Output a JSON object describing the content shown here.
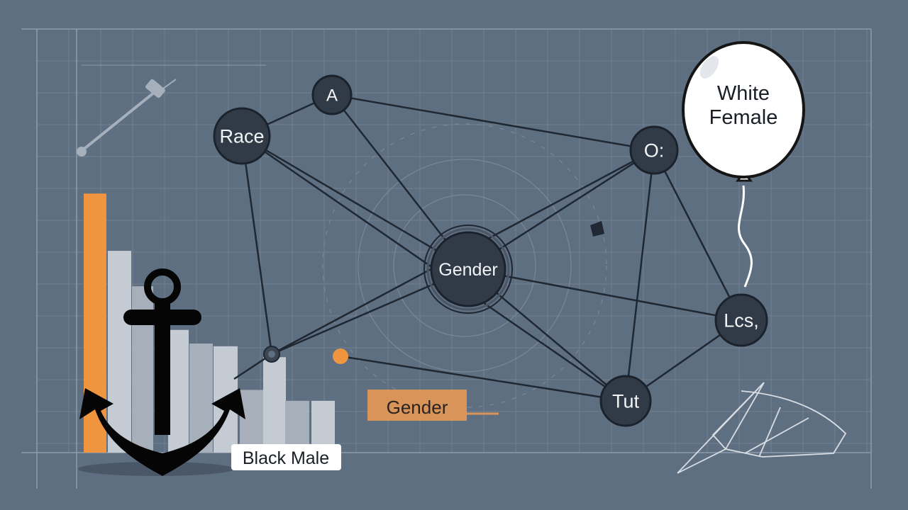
{
  "colors": {
    "background": "#5f6f82",
    "grid": "#71808f",
    "frame": "#8e9bab",
    "edge": "#1e2732",
    "node_fill": "#313b47",
    "node_text": "#f2f4f6",
    "accent": "#f0953f",
    "bar_light": "#c4cbd3",
    "bar_mid": "#a7b0ba",
    "anchor": "#050505",
    "balloon": "#ffffff"
  },
  "nodes": [
    {
      "id": "race",
      "label": "Race"
    },
    {
      "id": "a",
      "label": "A"
    },
    {
      "id": "o",
      "label": "O:"
    },
    {
      "id": "gender",
      "label": "Gender"
    },
    {
      "id": "lcs",
      "label": "Lcs,"
    },
    {
      "id": "tut",
      "label": "Tut"
    }
  ],
  "edges": [
    [
      "race",
      "a"
    ],
    [
      "race",
      "gender"
    ],
    [
      "race",
      "tut"
    ],
    [
      "race",
      "small_ring"
    ],
    [
      "a",
      "o"
    ],
    [
      "a",
      "gender"
    ],
    [
      "o",
      "gender"
    ],
    [
      "o",
      "tut"
    ],
    [
      "o",
      "lcs"
    ],
    [
      "o",
      "small_ring"
    ],
    [
      "gender",
      "lcs"
    ],
    [
      "gender",
      "tut"
    ],
    [
      "gender",
      "small_ring"
    ],
    [
      "tut",
      "lcs"
    ],
    [
      "tut",
      "orange_dot"
    ],
    [
      "small_ring",
      "anchor_edge"
    ]
  ],
  "labels": {
    "white_female": [
      "White",
      "Female"
    ],
    "gender_tag": "Gender",
    "black_male": "Black Male"
  },
  "bars": [
    {
      "value": 0.95,
      "color": "accent"
    },
    {
      "value": 0.74,
      "color": "bar_light"
    },
    {
      "value": 0.61,
      "color": "bar_mid"
    },
    {
      "value": 0.45,
      "color": "bar_light"
    },
    {
      "value": 0.4,
      "color": "bar_mid"
    },
    {
      "value": 0.39,
      "color": "bar_light"
    },
    {
      "value": 0.23,
      "color": "bar_mid"
    },
    {
      "value": 0.35,
      "color": "bar_light"
    },
    {
      "value": 0.19,
      "color": "bar_mid"
    },
    {
      "value": 0.19,
      "color": "bar_light"
    }
  ],
  "icons": {
    "anchor": "anchor-icon",
    "balloon": "balloon-icon",
    "paper_plane": "paper-plane-sketch-icon",
    "pin": "pin-icon"
  }
}
